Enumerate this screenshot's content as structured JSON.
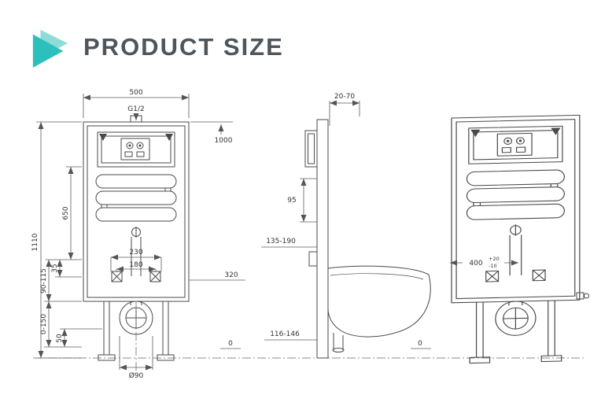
{
  "header": {
    "title": "PRODUCT SIZE"
  },
  "colors": {
    "accent": "#2cc0bc",
    "accent_light": "#8edcd8",
    "line": "#4a4a4a",
    "title_text": "#4d565c"
  },
  "front_view": {
    "width": "500",
    "inlet": "G1/2",
    "inlet_height": "1000",
    "tank_height": "650",
    "total_height": "1110",
    "bracket_offset": "35",
    "bracket_range": "90-115",
    "rail_width": "230",
    "bolt_spacing": "180",
    "outlet_height": "320",
    "leg_range": "0-150",
    "foot_height": "50",
    "pipe_diameter": "Ø90",
    "floor_level": "0"
  },
  "side_view": {
    "depth_range": "20-70",
    "plate_depth": "95",
    "outlet_range": "135-190",
    "drain_range": "116-146",
    "floor_level": "0"
  },
  "perspective_view": {
    "width": "400",
    "tolerance_plus": "+20",
    "tolerance_minus": "-10"
  }
}
